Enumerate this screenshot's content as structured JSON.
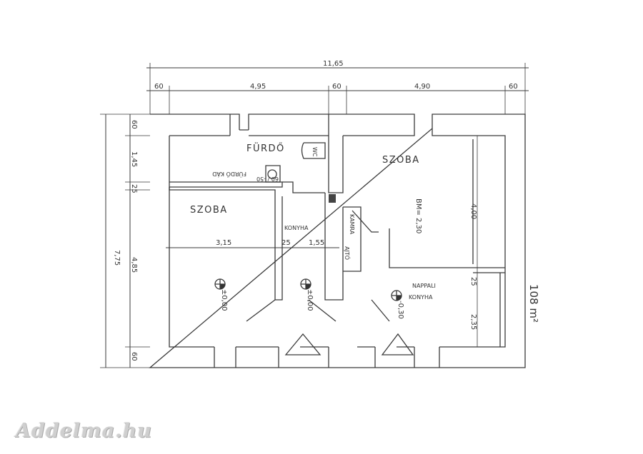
{
  "dimensions": {
    "overall_width": "11,65",
    "top": [
      "60",
      "4,95",
      "60",
      "4,90",
      "60"
    ],
    "left_overall": "7,75",
    "left": [
      "60",
      "1,45",
      "25",
      "4,85",
      "60"
    ],
    "interior_left": [
      "3,15",
      "25",
      "1,55"
    ],
    "right_room_height": "4,00",
    "right_gap": "25",
    "right_lower": "2,35"
  },
  "rooms": {
    "furdo": "FÜRDŐ",
    "furdo_kad": "FÜRDŐ KÁD",
    "wc": "WC",
    "boiler": "60 / -50",
    "szoba_left": "SZOBA",
    "konyha": "KONYHA",
    "szoba_right": "SZOBA",
    "room_height": "BM= 2,30",
    "nappali": "NAPPALI",
    "nappali_konyha": "KONYHA",
    "kamra": "KAMRA",
    "ajto": "AJTÓ"
  },
  "levels": [
    "±0,00",
    "±0,00",
    "-0,30"
  ],
  "area": "108 m²",
  "watermark": "Addelma.hu"
}
